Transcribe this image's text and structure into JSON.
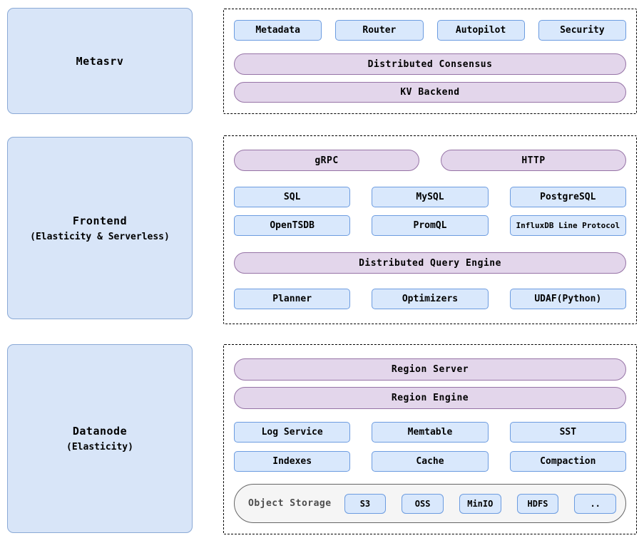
{
  "colors": {
    "blue-fill": "#d9e8fc",
    "blue-stroke": "#6c9ce0",
    "bignode-fill": "#d8e5f8",
    "bignode-stroke": "#8aa9d6",
    "purple-fill": "#e3d6eb",
    "purple-stroke": "#9673a6",
    "storage-fill": "#f5f5f5",
    "storage-stroke": "#666666",
    "dash-stroke": "#000000",
    "text": "#000000",
    "storage-text": "#4d4d4d"
  },
  "left_nodes": [
    {
      "title": "Metasrv",
      "subtitle": ""
    },
    {
      "title": "Frontend",
      "subtitle": "(Elasticity & Serverless)"
    },
    {
      "title": "Datanode",
      "subtitle": "(Elasticity)"
    }
  ],
  "metasrv_panel": {
    "modules": [
      "Metadata",
      "Router",
      "Autopilot",
      "Security"
    ],
    "layers": [
      "Distributed Consensus",
      "KV Backend"
    ]
  },
  "frontend_panel": {
    "entry_protocols": [
      "gRPC",
      "HTTP"
    ],
    "query_protocols": [
      "SQL",
      "MySQL",
      "PostgreSQL",
      "OpenTSDB",
      "PromQL",
      "InfluxDB Line Protocol"
    ],
    "engine": "Distributed Query Engine",
    "engine_parts": [
      "Planner",
      "Optimizers",
      "UDAF(Python)"
    ]
  },
  "datanode_panel": {
    "layers": [
      "Region Server",
      "Region Engine"
    ],
    "components": [
      "Log Service",
      "Memtable",
      "SST",
      "Indexes",
      "Cache",
      "Compaction"
    ],
    "object_storage": {
      "label": "Object Storage",
      "backends": [
        "S3",
        "OSS",
        "MinIO",
        "HDFS",
        ".."
      ]
    }
  }
}
